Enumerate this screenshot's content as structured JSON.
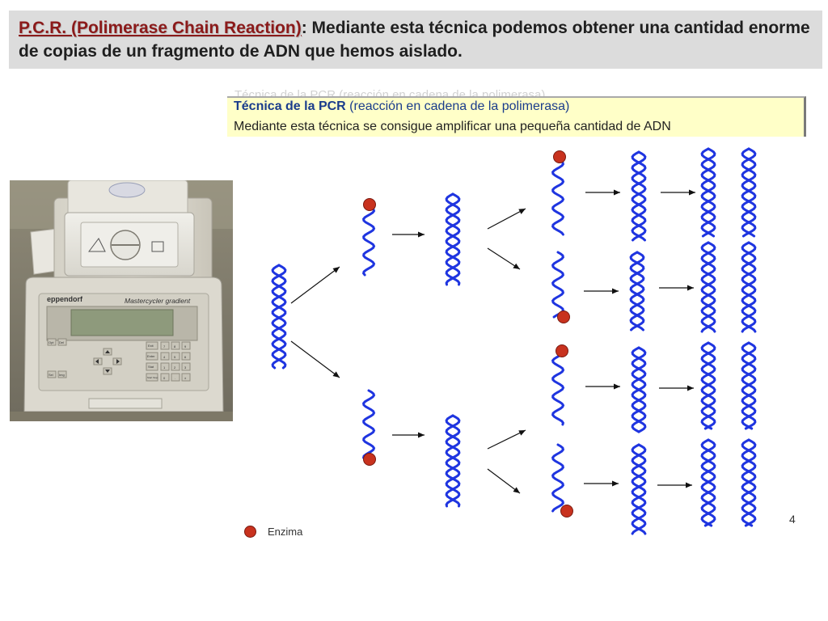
{
  "header": {
    "title_highlight": "P.C.R. (Polimerase Chain Reaction)",
    "title_rest": ": Mediante esta técnica podemos obtener una cantidad enorme de copias de un fragmento de ADN que hemos aislado."
  },
  "info_box": {
    "ghost_text": "Técnica de la PCR (reacción en cadena de la polimerasa)",
    "line1_bold": "Técnica de la PCR",
    "line1_rest": " (reacción en cadena de la polimerasa)",
    "line2": "Mediante esta técnica se consigue amplificar una pequeña cantidad de ADN"
  },
  "photo": {
    "brand": "eppendorf",
    "model": "Mastercycler gradient",
    "left_keys": [
      "Opt",
      "Del",
      "Sel",
      "Img"
    ],
    "right_keys": [
      "Exit",
      "7",
      "8",
      "9",
      "Enter",
      "4",
      "5",
      "6",
      "Stat",
      "1",
      "2",
      "3",
      "Start Stop",
      "0",
      ".",
      "±"
    ]
  },
  "legend": {
    "label": "Enzima"
  },
  "page_number": "4",
  "colors": {
    "header_bg": "#dcdcdc",
    "title_highlight": "#8b1a1a",
    "info_bg": "#ffffc8",
    "info_title": "#1a3c8c",
    "dna_strand": "#1f35e0",
    "enzyme": "#c8321e"
  }
}
